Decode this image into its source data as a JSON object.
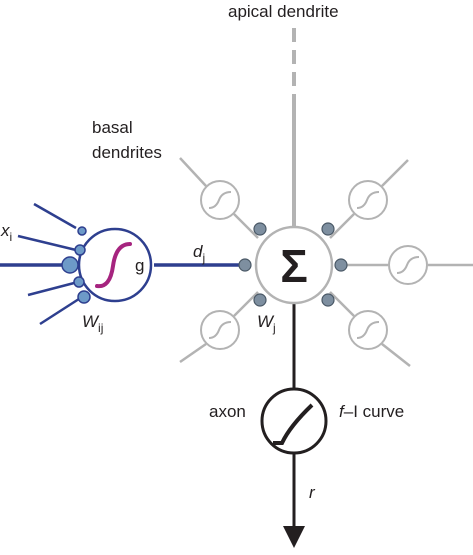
{
  "labels": {
    "apical_dendrite": "apical dendrite",
    "basal_dendrites_line1": "basal",
    "basal_dendrites_line2": "dendrites",
    "input_x": "x",
    "input_x_sub": "i",
    "weight_w": "W",
    "weight_w_sub": "ij",
    "nonlinearity_g": "g",
    "dendrite_d": "d",
    "dendrite_d_sub": "j",
    "weight_wj": "W",
    "weight_wj_sub": "j",
    "sum_symbol": "Σ",
    "axon": "axon",
    "fi_curve_f": "f",
    "fi_curve_rest": "–I curve",
    "output_r": "r"
  },
  "colors": {
    "input_blue": "#2e3f8f",
    "synapse_fill": "#6d9ac8",
    "sigmoid_magenta": "#a6247f",
    "gray": "#b3b3b3",
    "gray_synapse": "#7e8fa0",
    "dark": "#231f20"
  }
}
